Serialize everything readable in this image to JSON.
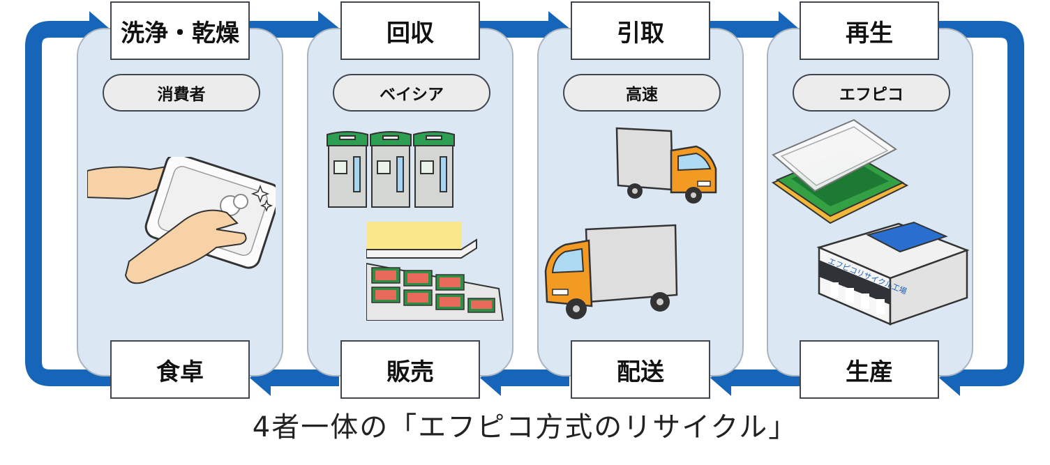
{
  "steps_top": [
    {
      "stage": "洗浄・乾燥",
      "actor": "消費者"
    },
    {
      "stage": "回収",
      "actor": "ベイシア"
    },
    {
      "stage": "引取",
      "actor": "高速"
    },
    {
      "stage": "再生",
      "actor": "エフピコ"
    }
  ],
  "steps_bottom": [
    "食卓",
    "販売",
    "配送",
    "生産"
  ],
  "factory_sign": "エフピコリサイクル工場",
  "caption": "4者一体の「エフピコ方式のリサイクル」",
  "colors": {
    "arrow": "#1665b8",
    "panel": "#dce7f4",
    "box_border": "#3f4650",
    "actor_fill": "#ececec"
  }
}
